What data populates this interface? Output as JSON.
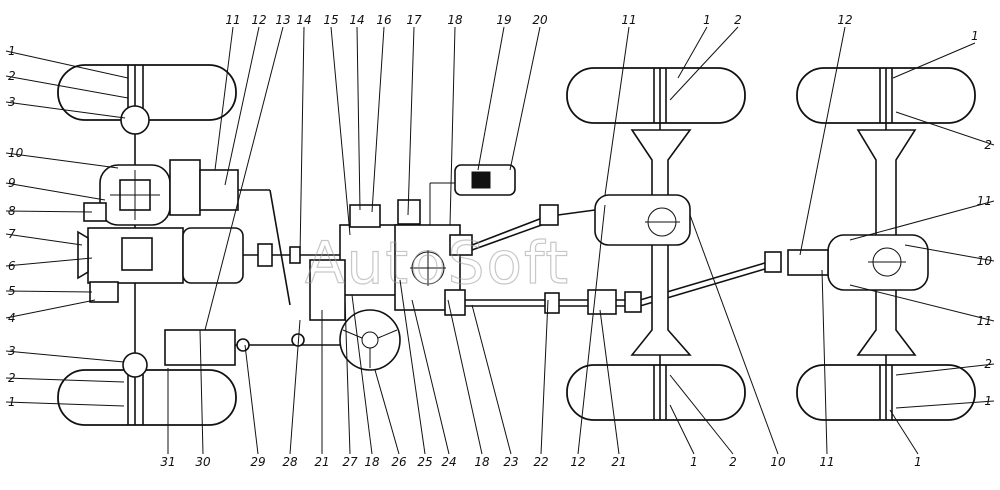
{
  "diagram": {
    "watermark": "AutoSoft",
    "callouts_top": [
      "11",
      "12",
      "13",
      "14",
      "15",
      "14",
      "16",
      "17",
      "18",
      "19",
      "20",
      "11",
      "1",
      "2",
      "12",
      "1"
    ],
    "callouts_left": [
      "1",
      "2",
      "3",
      "10",
      "9",
      "8",
      "7",
      "6",
      "5",
      "4",
      "3",
      "2",
      "1"
    ],
    "callouts_right": [
      "2",
      "11",
      "10",
      "11",
      "2",
      "1"
    ],
    "callouts_bottom": [
      "31",
      "30",
      "29",
      "28",
      "21",
      "27",
      "18",
      "26",
      "25",
      "24",
      "18",
      "23",
      "22",
      "12",
      "21",
      "1",
      "2",
      "10",
      "11",
      "1"
    ]
  }
}
